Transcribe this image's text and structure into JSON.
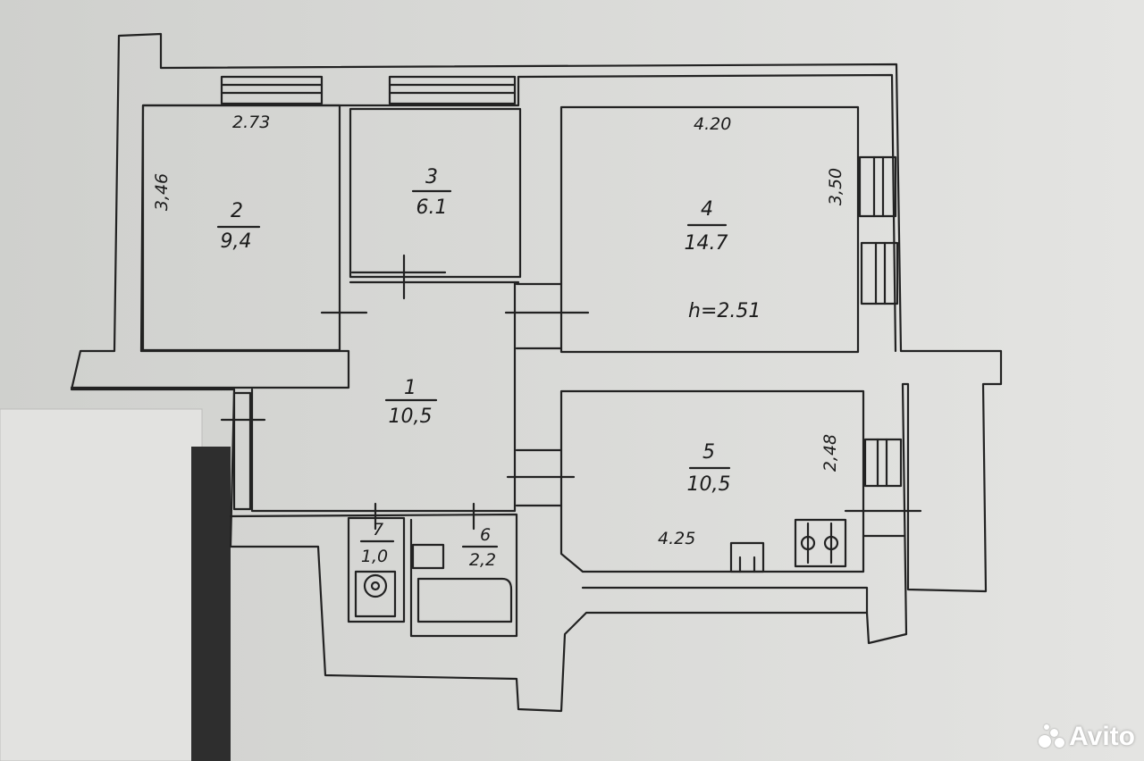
{
  "rooms": [
    {
      "num": "1",
      "area": "10,5"
    },
    {
      "num": "2",
      "area": "9,4"
    },
    {
      "num": "3",
      "area": "6.1"
    },
    {
      "num": "4",
      "area": "14.7"
    },
    {
      "num": "5",
      "area": "10,5"
    },
    {
      "num": "6",
      "area": "2,2"
    },
    {
      "num": "7",
      "area": "1,0"
    }
  ],
  "dimensions": {
    "room2_width": "2.73",
    "room2_depth": "3,46",
    "room4_width": "4.20",
    "room4_depth": "3,50",
    "room5_width": "4.25",
    "room5_depth": "2,48",
    "ceiling_height": "h=2.51"
  },
  "watermark": {
    "brand": "Avito"
  }
}
